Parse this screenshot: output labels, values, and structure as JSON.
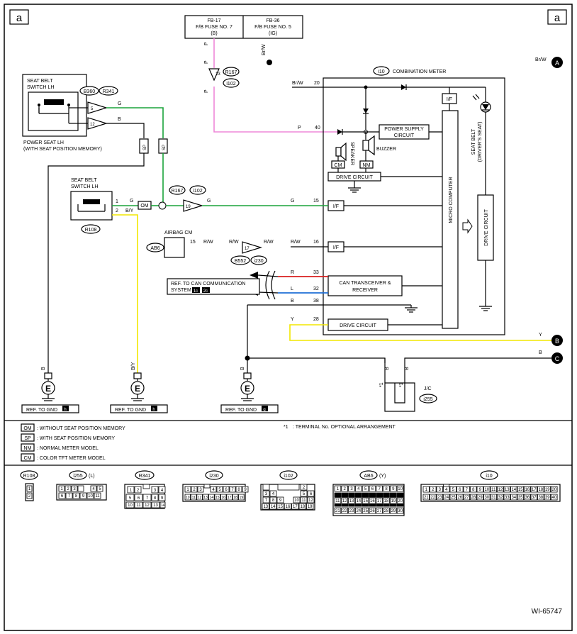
{
  "page_label": "a",
  "fuses": {
    "left_id": "FB-17",
    "left_name": "F/B FUSE NO. 7",
    "left_sub": "(B)",
    "right_id": "FB-36",
    "right_name": "F/B FUSE NO. 5",
    "right_sub": "(IG)"
  },
  "colors": {
    "green": "#1aa33a",
    "pink": "#ee88d8",
    "yellow": "#f2e700",
    "red": "#d81e1e",
    "blue": "#1f6fd6",
    "black": "#000000"
  },
  "wire_labels": {
    "p": "P",
    "brw": "Br/W",
    "g": "G",
    "b": "B",
    "by": "B/Y",
    "rw": "R/W",
    "r": "R",
    "l": "L",
    "y": "Y"
  },
  "connectors": {
    "r167": "R167",
    "i102": "i102",
    "b360": "B360",
    "r341": "R341",
    "r108": "R108",
    "ab6": "AB6",
    "b552": "B552",
    "i230": "i230",
    "i10": "i10",
    "i255": "i255"
  },
  "components": {
    "seat_belt_switch_lh": "SEAT BELT SWITCH LH",
    "power_seat_lh": "POWER SEAT LH",
    "power_seat_note": "(WITH SEAT POSITION MEMORY)",
    "combination_meter": "COMBINATION METER",
    "power_supply_circuit": "POWER SUPPLY CIRCUIT",
    "buzzer": "BUZZER",
    "speaker": "SPEAKER",
    "drive_circuit": "DRIVE CIRCUIT",
    "micro_computer": "MICRO COMPUTER",
    "seat_belt_drivers_seat": "SEAT BELT (DRIVER'S SEAT)",
    "airbag_cm": "AIRBAG CM",
    "can_transceiver": "CAN TRANSCEIVER & RECEIVER",
    "can_ref": "REF. TO CAN COMMUNICATION SYSTEM",
    "can_ref_pages": [
      "1c",
      "2c"
    ],
    "jc": "J/C",
    "if": "I/F",
    "om": "OM",
    "sp": "SP",
    "nm": "NM",
    "cm": "CM"
  },
  "pins": {
    "p20": "20",
    "p40": "40",
    "p15": "15",
    "p16": "16",
    "p33": "33",
    "p32": "32",
    "p38": "38",
    "p28": "28",
    "ab15": "15",
    "sw1": "1",
    "sw2": "2",
    "c5": "5",
    "c12": "12",
    "c19": "19",
    "c17": "17",
    "star1": "*1"
  },
  "ground_refs": [
    {
      "label": "REF. TO GND",
      "page": "h"
    },
    {
      "label": "REF. TO GND",
      "page": "h"
    },
    {
      "label": "REF. TO GND",
      "page": "g"
    }
  ],
  "ground_symbol": "E",
  "offpage": {
    "a": "A",
    "b": "B",
    "c": "C"
  },
  "legend": {
    "om": "OM",
    "om_text": ": WITHOUT SEAT POSITION MEMORY",
    "sp": "SP",
    "sp_text": ": WITH SEAT POSITION MEMORY",
    "nm": "NM",
    "nm_text": ": NORMAL METER MODEL",
    "cm": "CM",
    "cm_text": ": COLOR TFT METER MODEL",
    "star": "*1",
    "star_text": ": TERMINAL No. OPTIONAL ARRANGEMENT"
  },
  "conn_views": {
    "r108": {
      "name": "R108",
      "suffix": ""
    },
    "i255": {
      "name": "i255",
      "suffix": "(L)"
    },
    "r341": {
      "name": "R341",
      "suffix": ""
    },
    "i230": {
      "name": "i230",
      "suffix": ""
    },
    "i102": {
      "name": "i102",
      "suffix": ""
    },
    "ab6": {
      "name": "AB6",
      "suffix": "(Y)"
    },
    "i10": {
      "name": "i10",
      "suffix": ""
    }
  },
  "figure_id": "WI-65747"
}
